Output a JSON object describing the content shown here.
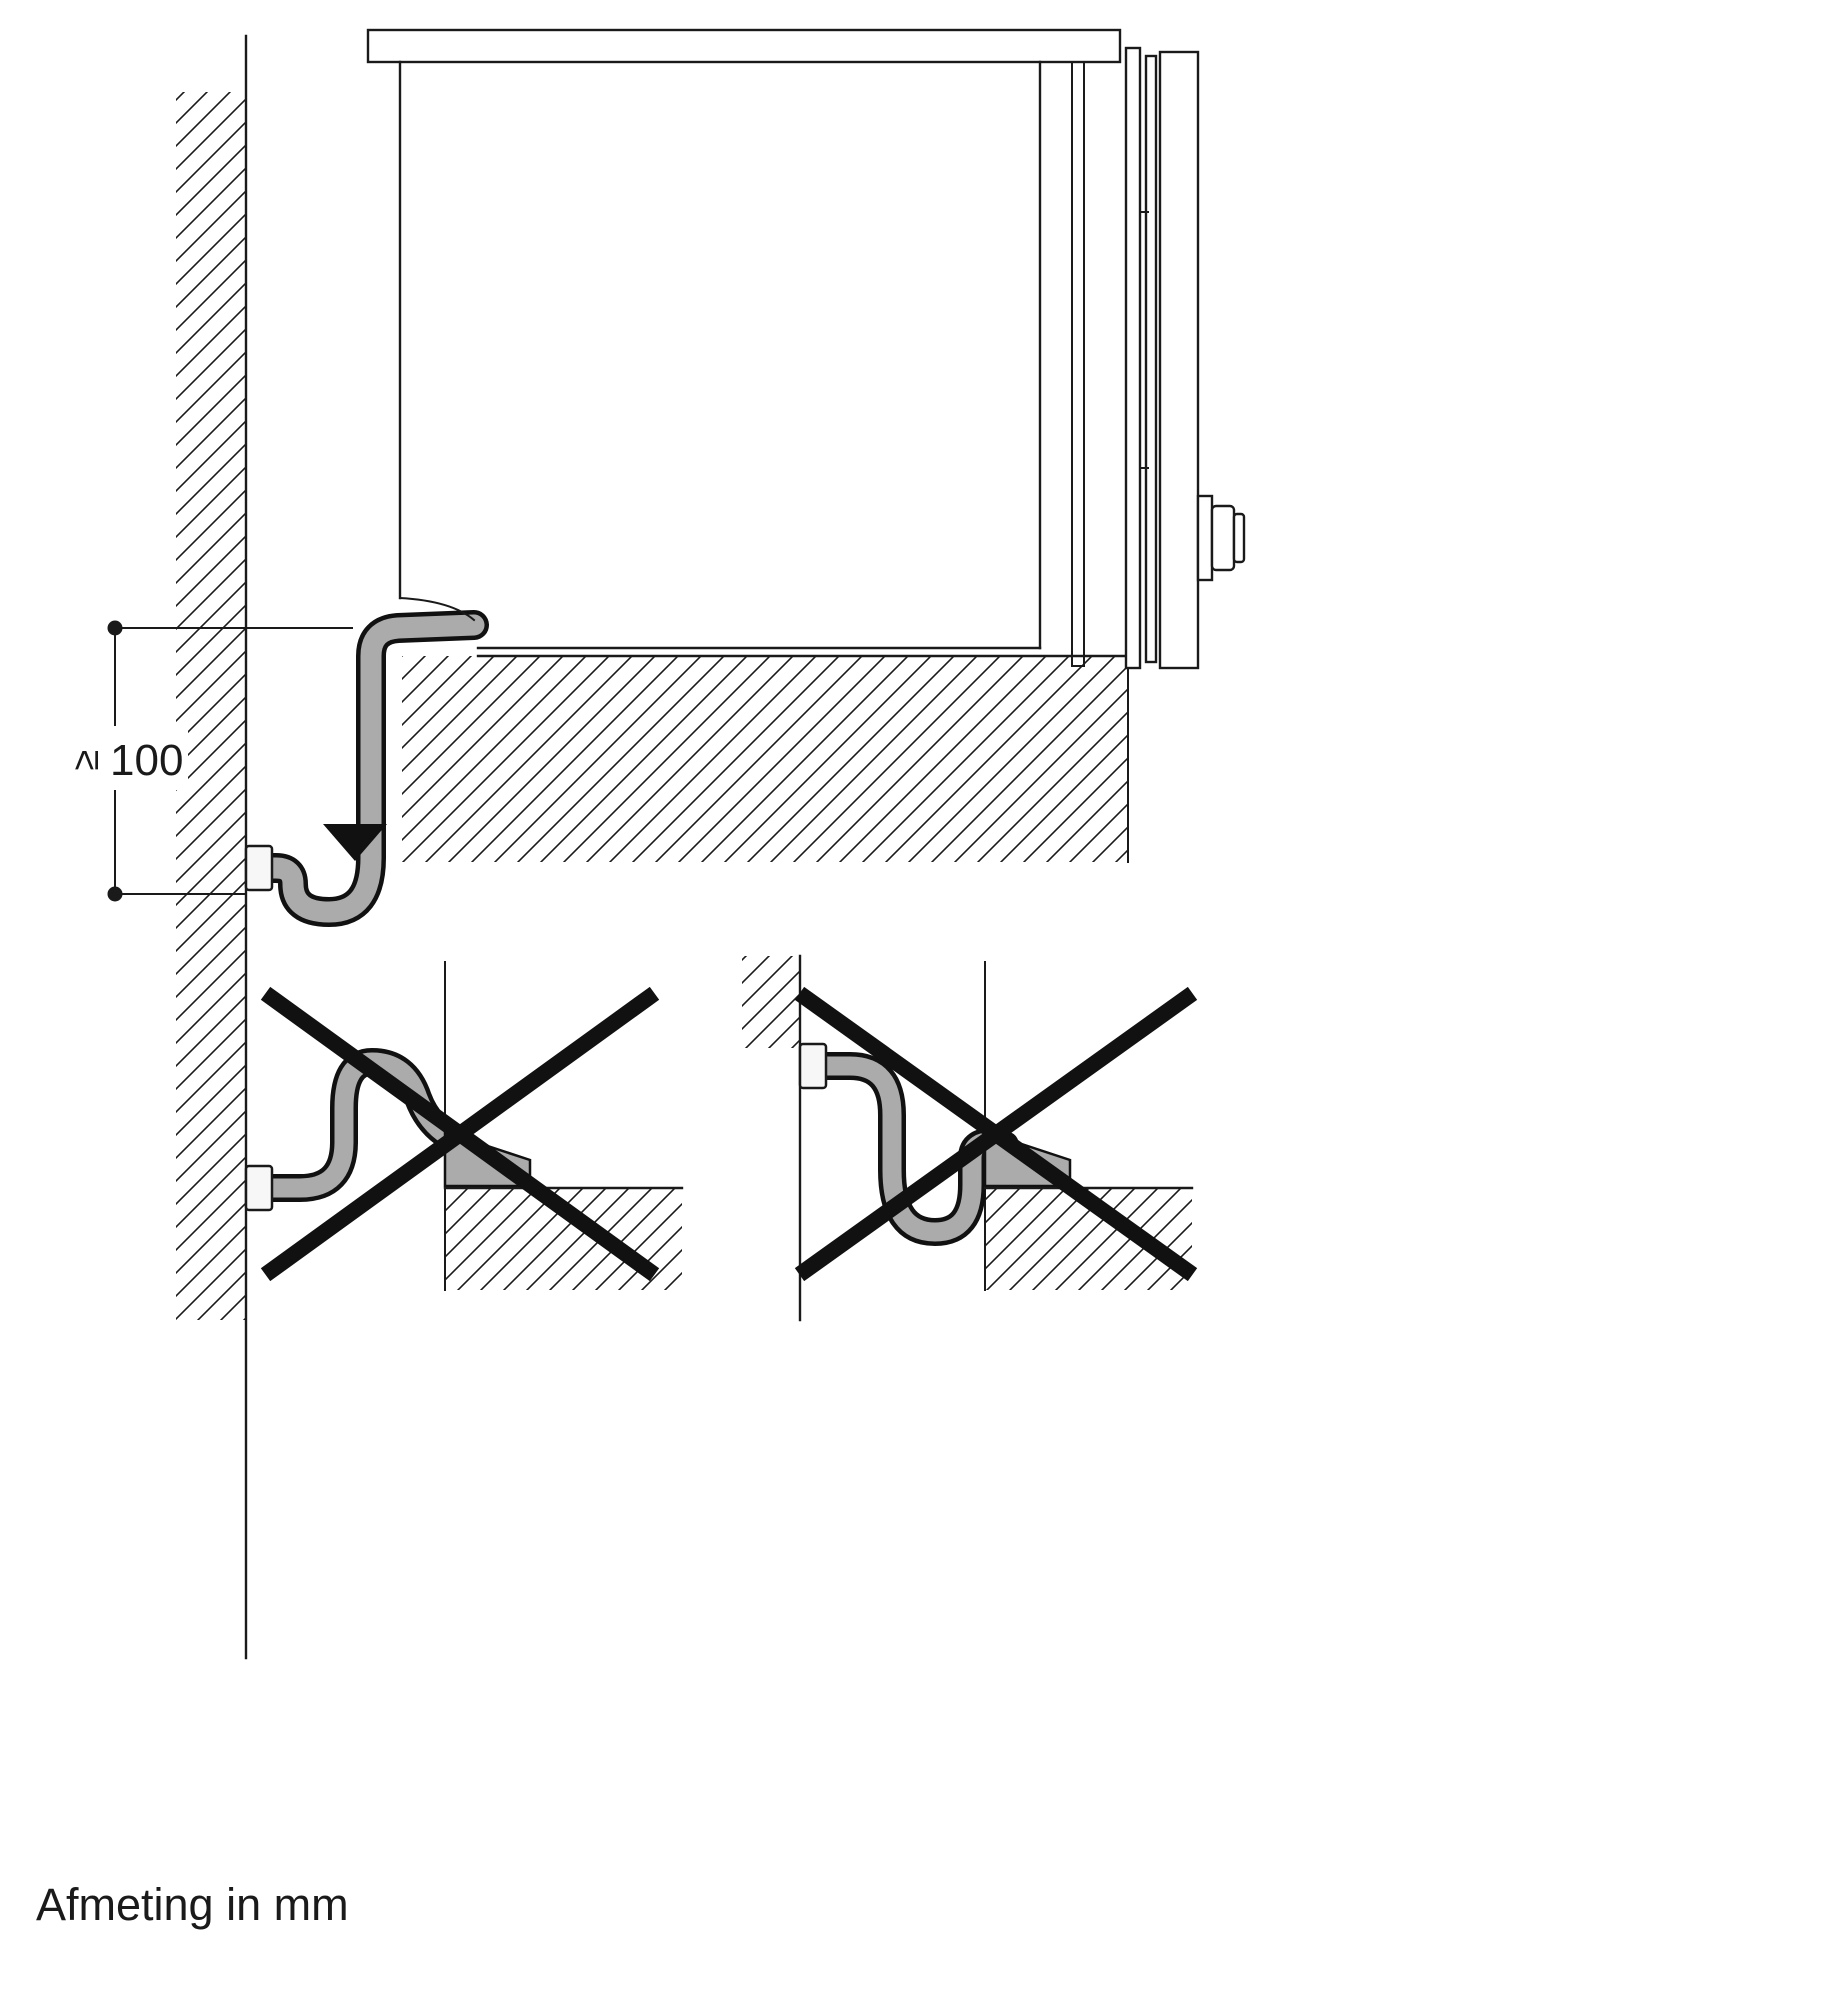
{
  "caption": "Afmeting in mm",
  "dimension": {
    "operator": "≥",
    "value": "100"
  },
  "colors": {
    "line": "#1a1a1a",
    "hose_fill": "#ababab",
    "cross_out": "#111111",
    "background": "#ffffff"
  },
  "icons": {
    "flow_arrow": "solid downward triangle (drain flow direction)",
    "cross_out": "thick X over forbidden hose routing",
    "hatch": "diagonal section hatching for wall and worktop"
  }
}
